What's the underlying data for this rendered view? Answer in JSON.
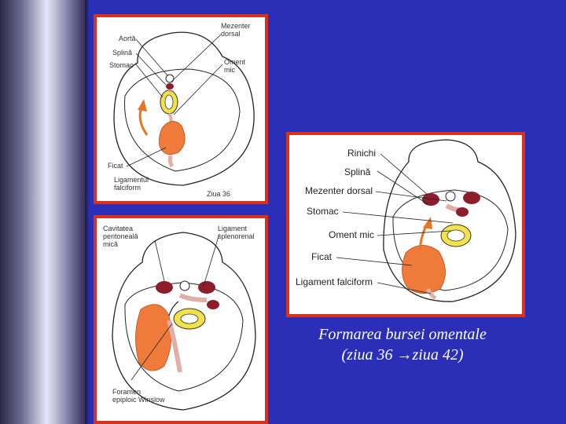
{
  "panel1": {
    "labels": {
      "aorta": "Aortă",
      "mezenter": "Mezenter\ndorsal",
      "splina": "Splină",
      "stomac": "Stomac",
      "oment": "Oment\nmic",
      "ficat": "Ficat",
      "ligament": "Ligamentul\nfalciform",
      "day": "Ziua 36"
    }
  },
  "panel2": {
    "labels": {
      "cavitatea": "Cavitatea\nperitoneală\nmică",
      "ligament": "Ligament\nsplenorenal",
      "foramen": "Foramen\nepiploic Winslow"
    }
  },
  "panel3": {
    "labels": {
      "rinichi": "Rinichi",
      "splina": "Splină",
      "mezenter": "Mezenter dorsal",
      "stomac": "Stomac",
      "oment": "Oment mic",
      "ficat": "Ficat",
      "ligament": "Ligament falciform"
    }
  },
  "caption": {
    "line1": "Formarea bursei omentale",
    "line2_a": "(ziua 36 ",
    "arrow": "→",
    "line2_b": "ziua 42)"
  },
  "colors": {
    "background": "#2b2fb8",
    "border": "#d9311b",
    "liver": "#f07a3a",
    "stomach": "#f2e24a",
    "kidney": "#8b1e2a"
  }
}
